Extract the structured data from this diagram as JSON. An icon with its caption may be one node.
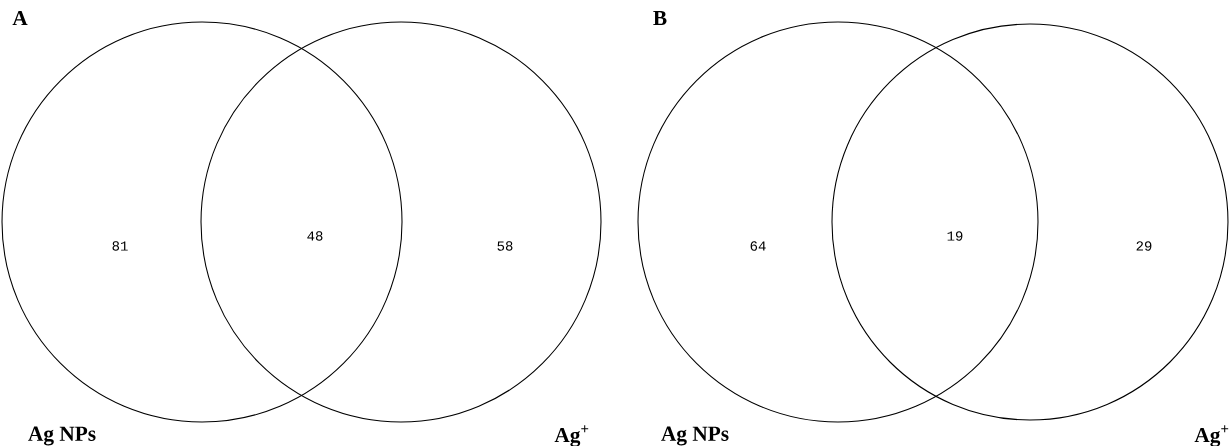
{
  "diagram": {
    "nodes": [
      {
        "text": [
          "Ag NPs"
        ]
      },
      {
        "text": [
          "Ag$^{+}$"
        ]
      },
      {
        "text": [
          "Ag NPs"
        ]
      },
      {
        "text": [
          "Ag$^{+}$"
        ]
      }
    ],
    "labels": [
      "A",
      "81",
      "48",
      "58",
      "B",
      "64",
      "19",
      "29"
    ]
  }
}
